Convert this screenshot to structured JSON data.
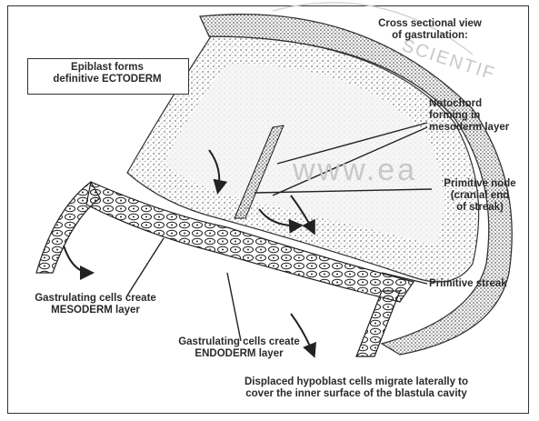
{
  "labels": {
    "cross_section": "Cross sectional view\nof gastrulation:",
    "epiblast": "Epiblast forms\ndefinitive ECTODERM",
    "notochord": "Notochord\nforming in\nmesoderm layer",
    "primitive_node": "Primitive node\n(cranial end\nof streak)",
    "primitive_streak": "Primitive streak",
    "mesoderm": "Gastrulating cells create\nMESODERM layer",
    "endoderm": "Gastrulating cells create\nENDODERM layer",
    "hypoblast": "Displaced hypoblast cells migrate laterally to\ncover the inner surface of the blastula cavity"
  },
  "watermark": {
    "arc_text": "SCIENTIF",
    "web_text": "www.ea"
  },
  "colors": {
    "ink": "#2a2a2a",
    "stipple": "#8a8a8a",
    "watermark": "#c8c8c8"
  }
}
